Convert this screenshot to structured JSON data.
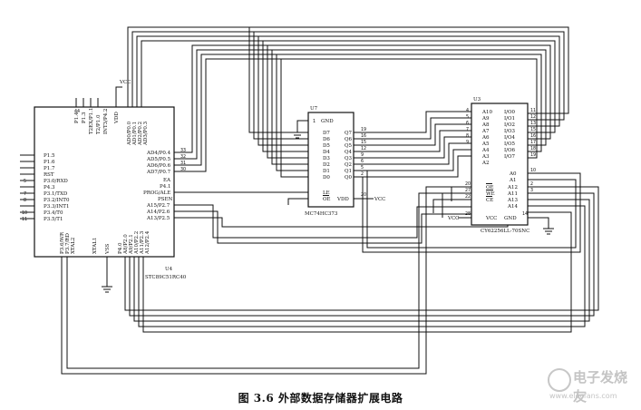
{
  "caption": "图 3.6 外部数据存储器扩展电路",
  "watermark": {
    "title": "电子发烧友",
    "url": "www.elecfans.com"
  },
  "u4": {
    "ref": "U4",
    "part": "STC89C51RC40",
    "vdd": "VDD",
    "vss": "VSS",
    "xtal1": "XTAL1",
    "xtal2": "XTAL2",
    "rst": "RST",
    "ea": "EA",
    "p41": "P4.1",
    "psen": "PSEN",
    "top_pins": [
      "P1.4",
      "P1.3",
      "T2EX/P1.1",
      "T2/P1.0",
      "INT3/P4.2",
      "AD0/P0.0",
      "AD1/P0.1",
      "AD2/P0.2",
      "AD3/P0.3"
    ],
    "top_pinnos": [
      "44",
      "",
      "",
      "",
      "",
      "",
      "",
      "",
      ""
    ],
    "left_pins": [
      "P1.5",
      "P1.6",
      "P1.7",
      "RST",
      "P3.0/RXD",
      "P4.3",
      "P3.1/TXD",
      "P3.2/INT0",
      "P3.3/INT1",
      "P3.4/T0",
      "P3.5/T1"
    ],
    "left_pinnos": [
      "",
      "",
      "",
      "",
      "5",
      "",
      "7",
      "8",
      "",
      "10",
      "11"
    ],
    "right_pins": [
      "AD4/P0.4",
      "AD5/P0.5",
      "AD6/P0.6",
      "AD7/P0.7",
      "EA",
      "P4.1",
      "PROG/ALE",
      "PSEN",
      "A15/P2.7",
      "A14/P2.6",
      "A13/P2.5"
    ],
    "right_pinnos": [
      "33",
      "32",
      "31",
      "30",
      "",
      "",
      "",
      "",
      "",
      "",
      ""
    ],
    "bottom_pins": [
      "P3.6/WR",
      "P3.7/RD",
      "XTAL2",
      "XTAL1",
      "VSS",
      "P4.0",
      "A8/P2.0",
      "A9/P2.1",
      "A10/P2.2",
      "A11/P2.3",
      "A12/P2.4"
    ]
  },
  "u7": {
    "ref": "U7",
    "part": "MC74HC373",
    "gnd": "GND",
    "vdd": "VDD",
    "vdd_pin": "20",
    "vcc_label": "VCC",
    "pin_1": "1",
    "d_pins": [
      "D7",
      "D6",
      "D5",
      "D4",
      "D3",
      "D2",
      "D1",
      "D0"
    ],
    "q_pins": [
      "Q7",
      "Q6",
      "Q5",
      "Q4",
      "Q3",
      "Q2",
      "Q1",
      "Q0"
    ],
    "q_pinnos": [
      "19",
      "16",
      "15",
      "12",
      "9",
      "6",
      "5",
      "2"
    ],
    "le": "LE",
    "oe": "OE"
  },
  "u3": {
    "ref": "U3",
    "part": "CY62256LL-70SNC",
    "a_pins": [
      "A10",
      "A9",
      "A8",
      "A7",
      "A6",
      "A5",
      "A4",
      "A3",
      "A2"
    ],
    "a_pinnos": [
      "4",
      "5",
      "6",
      "7",
      "8",
      "9",
      "",
      "",
      ""
    ],
    "io_pins": [
      "I/O0",
      "I/O1",
      "I/O2",
      "I/O3",
      "I/O4",
      "I/O5",
      "I/O6",
      "I/O7"
    ],
    "io_pinnos": [
      "11",
      "12",
      "13",
      "15",
      "16",
      "17",
      "18",
      "19"
    ],
    "ctrl_pins": [
      "OE",
      "WE",
      "CE"
    ],
    "ctrl_pinnos": [
      "20",
      "27",
      "22"
    ],
    "ra_pins": [
      "A0",
      "A1",
      "A12",
      "A11",
      "A13",
      "A14"
    ],
    "ra_pinnos": [
      "10",
      "",
      "2",
      "3",
      "",
      ""
    ],
    "vcc": "VCC",
    "gnd": "GND",
    "vcc_left": "VCC",
    "pin_28": "28",
    "pin_14": "14"
  },
  "vcc_top": "VCC"
}
